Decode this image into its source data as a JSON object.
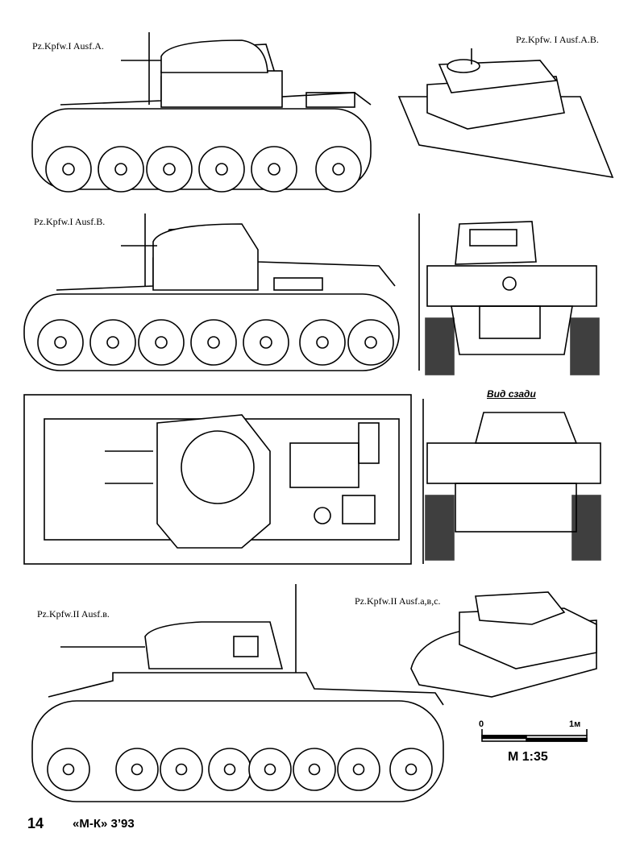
{
  "labels": {
    "tank1": "Pz.Kpfw.I Ausf.A.",
    "tank1_persp": "Pz.Kpfw. I Ausf.A.B.",
    "tank2": "Pz.Kpfw.I Ausf.B.",
    "rear_view": "Вид сзади",
    "tank3": "Pz.Kpfw.II Ausf.в.",
    "tank3_persp": "Pz.Kpfw.II Ausf.a,в,c."
  },
  "scale": {
    "zero": "0",
    "end": "1м",
    "ratio": "M 1:35"
  },
  "footer": {
    "page": "14",
    "magazine": "«М-К» 3’93"
  }
}
